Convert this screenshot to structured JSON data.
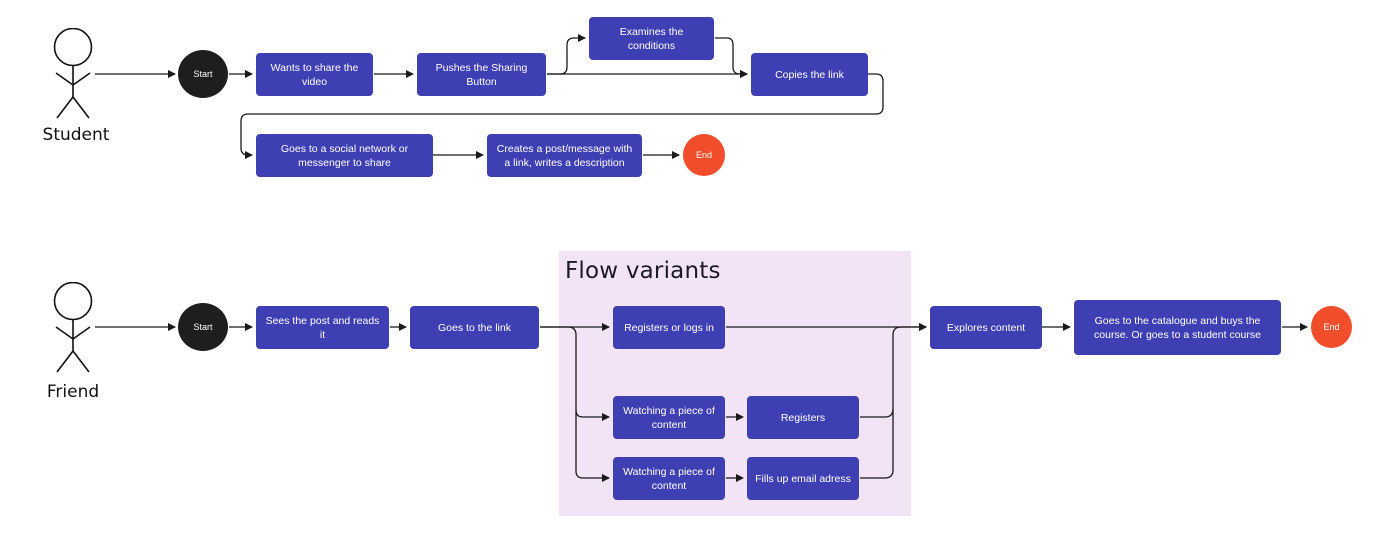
{
  "lanes": {
    "student": {
      "actor_label": "Student",
      "start": "Start",
      "steps": {
        "wants_share": "Wants to share the video",
        "pushes_button": "Pushes the Sharing Button",
        "examines": "Examines the conditions",
        "copies_link": "Copies the link",
        "goes_social": "Goes to a social network or messenger to share",
        "creates_post": "Creates a post/message with a link, writes a description"
      },
      "end": "End"
    },
    "friend": {
      "actor_label": "Friend",
      "start": "Start",
      "steps": {
        "sees_post": "Sees the post and reads it",
        "goes_link": "Goes to the link",
        "registers_or_logs": "Registers or logs in",
        "watching_1": "Watching a piece of content",
        "registers": "Registers",
        "watching_2": "Watching a piece of content",
        "fills_email": "Fills up email adress",
        "explores": "Explores content",
        "catalogue": "Goes to the catalogue and buys the course. Or goes to a student course"
      },
      "end": "End"
    }
  },
  "flow_variants": {
    "title": "Flow variants"
  },
  "colors": {
    "node": "#3f3fb4",
    "start": "#1e1e1e",
    "end": "#f24e2b",
    "variants_bg": "#f2e3f6",
    "connector": "#1a1a1a"
  }
}
